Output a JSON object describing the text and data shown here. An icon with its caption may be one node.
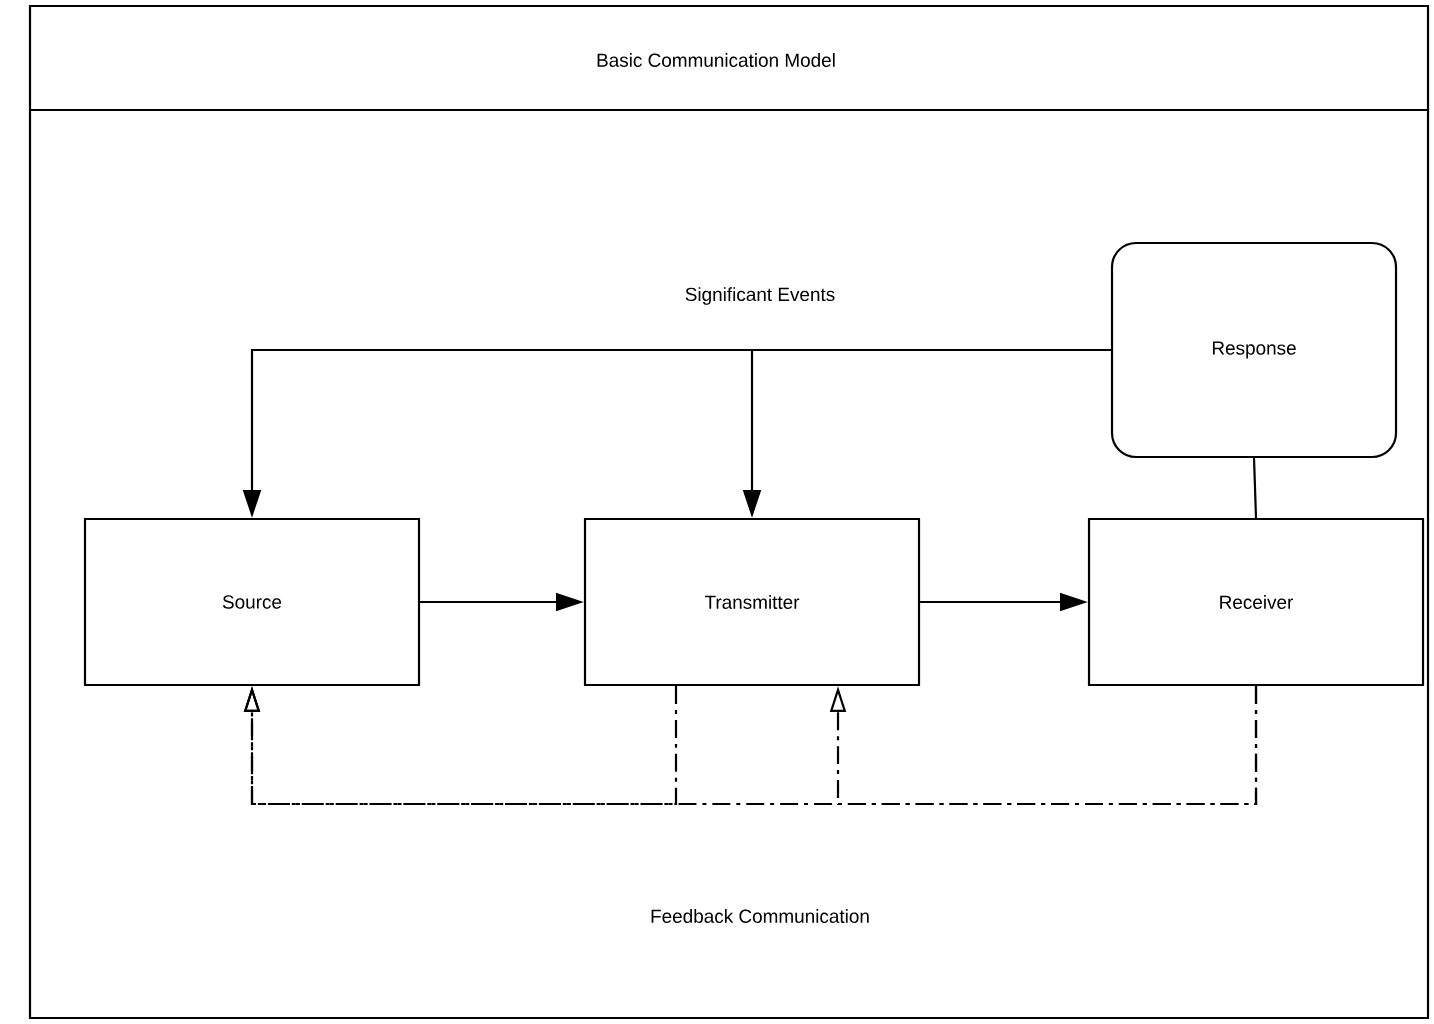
{
  "diagram": {
    "title": "Basic Communication Model",
    "nodes": [
      {
        "text": [
          "Source"
        ]
      },
      {
        "text": [
          "Transmitter"
        ]
      },
      {
        "text": [
          "Receiver"
        ]
      },
      {
        "text": [
          "Response"
        ]
      }
    ],
    "edges": [
      {
        "from": 0,
        "to": 1,
        "arrow": "to"
      },
      {
        "from": 1,
        "to": 2,
        "arrow": "to"
      },
      {
        "from": 3,
        "to": 0,
        "arrow": "to"
      },
      {
        "from": 3,
        "to": 1,
        "arrow": "to"
      },
      {
        "from": 3,
        "to": 2,
        "arrow": "none"
      },
      {
        "from": 1,
        "to": 0,
        "arrow": "to",
        "style": "dashed"
      },
      {
        "from": 2,
        "to": 0,
        "arrow": "to",
        "style": "dashed"
      },
      {
        "from": 2,
        "to": 1,
        "arrow": "to",
        "style": "dashed"
      }
    ],
    "labels": [
      "Significant Events",
      "Feedback Communication"
    ]
  }
}
